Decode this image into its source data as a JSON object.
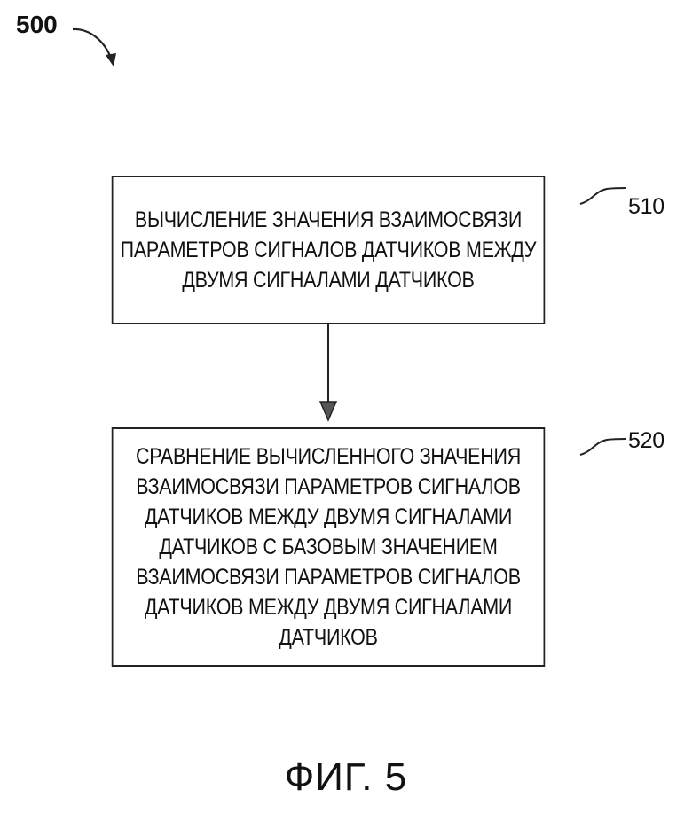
{
  "figure": {
    "reference_number": "500",
    "caption": "ФИГ. 5"
  },
  "steps": [
    {
      "label": "510",
      "lines": [
        "ВЫЧИСЛЕНИЕ ЗНАЧЕНИЯ ВЗАИМОСВЯЗИ",
        "ПАРАМЕТРОВ СИГНАЛОВ ДАТЧИКОВ МЕЖДУ",
        "ДВУМЯ СИГНАЛАМИ ДАТЧИКОВ"
      ]
    },
    {
      "label": "520",
      "lines": [
        "СРАВНЕНИЕ ВЫЧИСЛЕННОГО ЗНАЧЕНИЯ",
        "ВЗАИМОСВЯЗИ ПАРАМЕТРОВ СИГНАЛОВ",
        "ДАТЧИКОВ МЕЖДУ ДВУМЯ СИГНАЛАМИ",
        "ДАТЧИКОВ С БАЗОВЫМ ЗНАЧЕНИЕМ",
        "ВЗАИМОСВЯЗИ ПАРАМЕТРОВ СИГНАЛОВ",
        "ДАТЧИКОВ МЕЖДУ ДВУМЯ СИГНАЛАМИ",
        "ДАТЧИКОВ"
      ]
    }
  ]
}
